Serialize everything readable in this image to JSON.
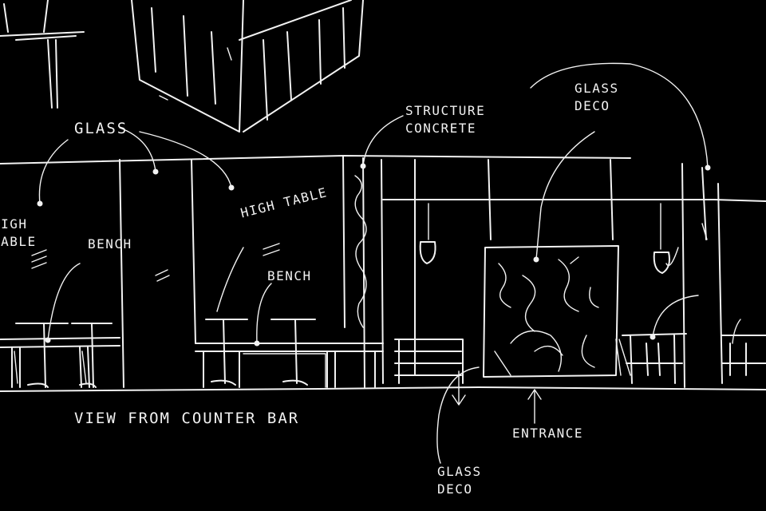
{
  "labels": {
    "glass_left": "GLASS",
    "structure_concrete": "STRUCTURE CONCRETE",
    "glass_deco_top": "GLASS DECO",
    "high_table_left": "HIGH TABLE",
    "bench_left": "BENCH",
    "high_table_center": "HIGH TABLE",
    "bench_center": "BENCH",
    "view_caption": "VIEW FROM COUNTER BAR",
    "entrance": "ENTRANCE",
    "glass_deco_bottom": "GLASS DECO"
  },
  "style": {
    "background": "#000000",
    "ink": "#f2f2f2"
  }
}
